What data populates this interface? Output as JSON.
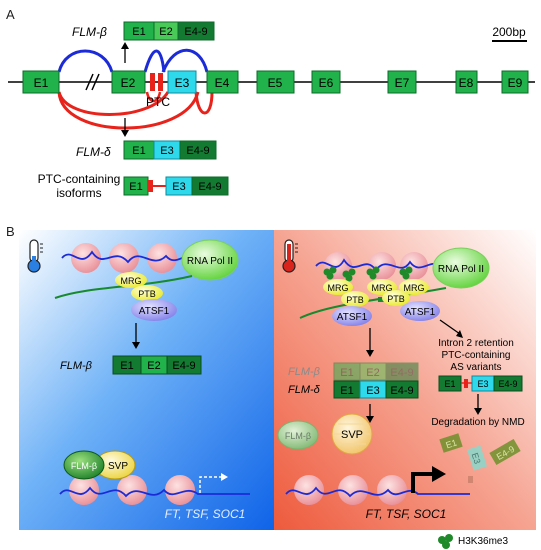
{
  "panel_a": {
    "label": "A",
    "scale_bar": "200bp",
    "exons": [
      "E1",
      "E2",
      "E3",
      "E4",
      "E5",
      "E6",
      "E7",
      "E8",
      "E9"
    ],
    "ptc_label": "PTC",
    "beta_name": "FLM-β",
    "delta_name": "FLM-δ",
    "ptc_isoforms_line1": "PTC-containing",
    "ptc_isoforms_line2": "isoforms",
    "beta_transcript": [
      "E1",
      "E2",
      "E4-9"
    ],
    "delta_transcript": [
      "E1",
      "E3",
      "E4-9"
    ],
    "ptc_transcript": [
      "E1",
      "E3",
      "E4-9"
    ]
  },
  "panel_b": {
    "label": "B",
    "left": {
      "polymerase": "RNA Pol II",
      "mrg": "MRG",
      "ptb": "PTB",
      "atsf1": "ATSF1",
      "beta_name": "FLM-β",
      "beta_transcript": [
        "E1",
        "E2",
        "E4-9"
      ],
      "flm_protein": "FLM-β",
      "svp": "SVP",
      "targets": "FT, TSF, SOC1"
    },
    "right": {
      "polymerase": "RNA Pol II",
      "mrg": [
        "MRG",
        "MRG",
        "MRG"
      ],
      "ptb": [
        "PTB",
        "PTB"
      ],
      "atsf1": [
        "ATSF1",
        "ATSF1"
      ],
      "retention_line1": "Intron 2 retention",
      "retention_line2": "PTC-containing",
      "retention_line3": "AS variants",
      "ptc_transcript": [
        "E1",
        "E3",
        "E4-9"
      ],
      "beta_name": "FLM-β",
      "delta_name": "FLM-δ",
      "beta_transcript": [
        "E1",
        "E2",
        "E4-9"
      ],
      "delta_transcript": [
        "E1",
        "E3",
        "E4-9"
      ],
      "degradation": "Degradation by NMD",
      "fragments": [
        "E1",
        "E3",
        "E4-9"
      ],
      "flm_protein": "FLM-β",
      "svp": "SVP",
      "targets": "FT, TSF, SOC1"
    },
    "legend": "H3K36me3"
  },
  "colors": {
    "exon_green": "#21b24b",
    "exon_dark": "#137a32",
    "exon_cyan": "#2fd9ec",
    "ptc_red": "#e8231b",
    "splice_blue": "#1c2bd8",
    "splice_red": "#e8231b",
    "cold_panel": "#3e8ef0",
    "warm_panel": "#f2826a"
  }
}
